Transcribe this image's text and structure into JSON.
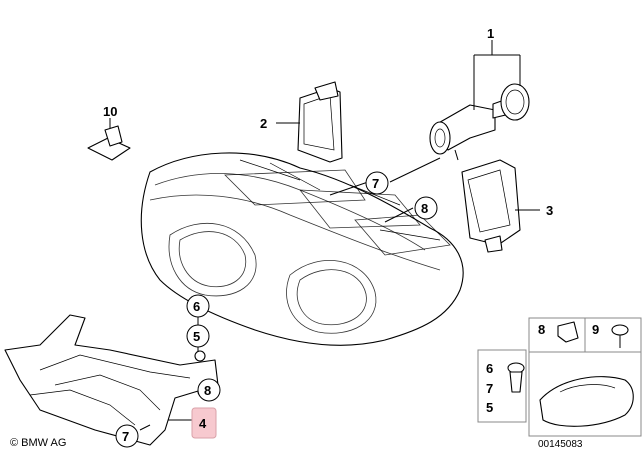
{
  "diagram": {
    "callouts": {
      "c1": "1",
      "c2": "2",
      "c3": "3",
      "c4": "4",
      "c5": "5",
      "c6": "6",
      "c7a": "7",
      "c7b": "7",
      "c8a": "8",
      "c8b": "8",
      "c10": "10"
    },
    "inset": {
      "n8": "8",
      "n9": "9",
      "n6": "6",
      "n7": "7",
      "n5": "5",
      "ref_number": "00145083"
    },
    "copyright": "© BMW AG",
    "colors": {
      "highlight_fill": "#f7c9cf",
      "highlight_stroke": "#d9a1a8",
      "line": "#000000"
    }
  }
}
